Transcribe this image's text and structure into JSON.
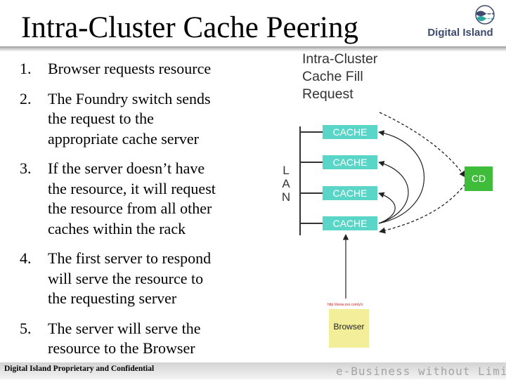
{
  "title": "Intra-Cluster Cache Peering",
  "logo": {
    "text": "Digital Island",
    "icon": "globe-wave-icon"
  },
  "steps": [
    {
      "num": "1.",
      "lines": [
        "Browser requests resource"
      ]
    },
    {
      "num": "2.",
      "lines": [
        "The Foundry switch sends",
        "the request to the",
        "appropriate cache server"
      ]
    },
    {
      "num": "3.",
      "lines": [
        "If the server doesn’t have",
        "the resource, it will request",
        "the resource from all other",
        "caches within the rack"
      ]
    },
    {
      "num": "4.",
      "lines": [
        "The first server to respond",
        "will serve the resource to",
        "the requesting server"
      ]
    },
    {
      "num": "5.",
      "lines": [
        "The server will serve the",
        "resource to the Browser"
      ]
    }
  ],
  "diagram": {
    "title_lines": [
      "Intra-Cluster",
      "Cache Fill",
      "Request"
    ],
    "lan_letters": [
      "L",
      "A",
      "N"
    ],
    "cache_label": "CACHE",
    "cd_label": "CD",
    "url_text": "http://www.xxx.com/y/z",
    "browser_label": "Browser",
    "colors": {
      "cache": "#5ad6c8",
      "cd": "#3fbc3a",
      "browser": "#f2ee9a",
      "url": "#d02020"
    }
  },
  "footer": {
    "left": "Digital Island Proprietary and Confidential",
    "right": "e-Business without Limits"
  }
}
